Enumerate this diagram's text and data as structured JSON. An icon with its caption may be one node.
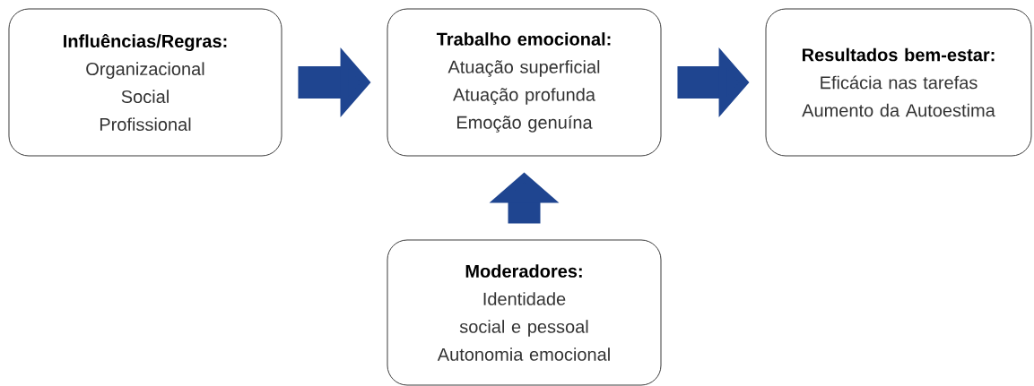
{
  "diagram": {
    "nodes": [
      {
        "text": [
          "Influências/Regras:",
          "Organizacional",
          "Social",
          "Profissional"
        ]
      },
      {
        "text": [
          "Trabalho emocional:",
          "Atuação superficial",
          "Atuação profunda",
          "Emoção genuína"
        ]
      },
      {
        "text": [
          "Resultados bem-estar:",
          "Eficácia nas tarefas",
          "Aumento da Autoestima"
        ]
      },
      {
        "text": [
          "Moderadores:",
          "Identidade social e pessoal",
          "Autonomia emocional"
        ]
      }
    ],
    "edges": [
      {
        "from": 0,
        "to": 1,
        "arrow": "to"
      },
      {
        "from": 1,
        "to": 2,
        "arrow": "to"
      },
      {
        "from": 3,
        "to": 1,
        "arrow": "to"
      }
    ]
  }
}
